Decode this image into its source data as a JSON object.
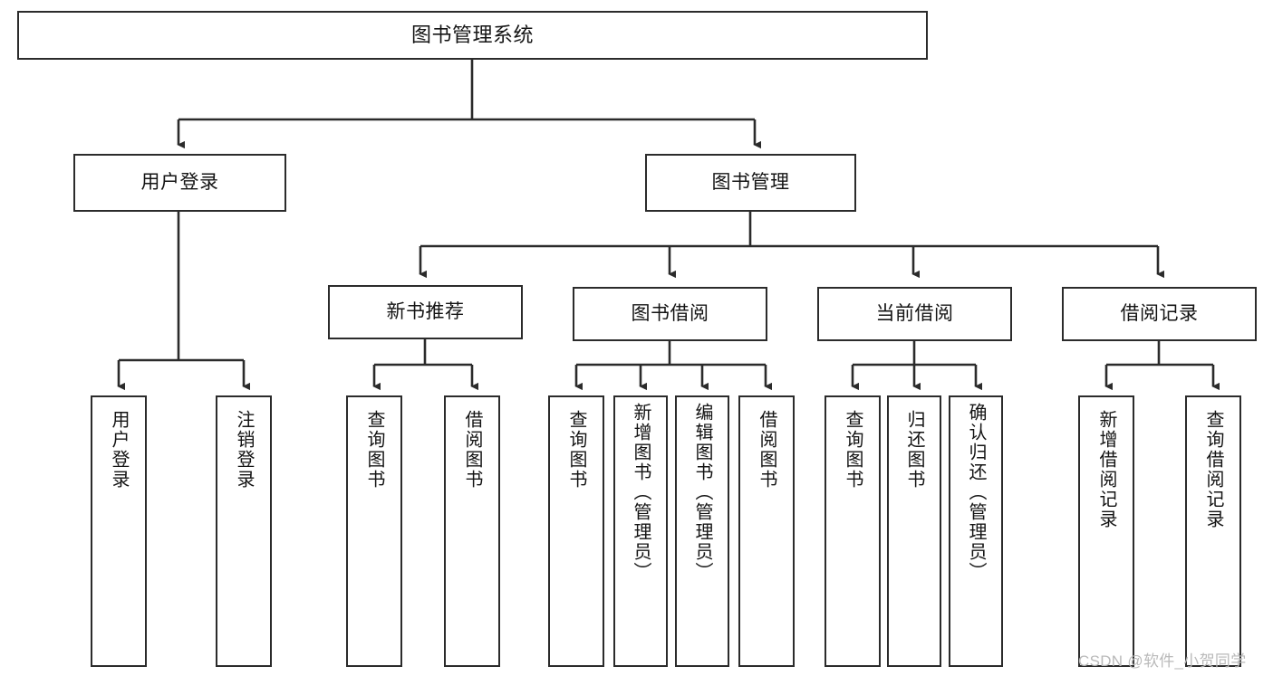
{
  "diagram": {
    "type": "tree-hierarchy",
    "title": "图书管理系统",
    "watermark": "CSDN @软件_小贺同学",
    "colors": {
      "box_border": "#2b2b2b",
      "box_fill": "#ffffff",
      "connector": "#2b2b2b",
      "text": "#141414",
      "watermark": "#b9b9b9"
    },
    "nodes": {
      "root": {
        "label": "图书管理系统"
      },
      "level2": [
        {
          "id": "user-login",
          "label": "用户登录"
        },
        {
          "id": "book-management",
          "label": "图书管理"
        }
      ],
      "level3": [
        {
          "id": "new-book-recommend",
          "label": "新书推荐"
        },
        {
          "id": "book-borrow",
          "label": "图书借阅"
        },
        {
          "id": "current-borrow",
          "label": "当前借阅"
        },
        {
          "id": "borrow-record",
          "label": "借阅记录"
        }
      ],
      "leaves": {
        "user_login": [
          {
            "id": "leaf-user-login",
            "label": "用户登录"
          },
          {
            "id": "leaf-user-logout",
            "label": "注销登录"
          }
        ],
        "new_book_recommend": [
          {
            "id": "leaf-query-book-1",
            "label": "查询图书"
          },
          {
            "id": "leaf-borrow-book-1",
            "label": "借阅图书"
          }
        ],
        "book_borrow": [
          {
            "id": "leaf-query-book-2",
            "label": "查询图书"
          },
          {
            "id": "leaf-add-book",
            "label": "新增图书（管理员）"
          },
          {
            "id": "leaf-edit-book",
            "label": "编辑图书（管理员）"
          },
          {
            "id": "leaf-borrow-book-2",
            "label": "借阅图书"
          }
        ],
        "current_borrow": [
          {
            "id": "leaf-query-book-3",
            "label": "查询图书"
          },
          {
            "id": "leaf-return-book",
            "label": "归还图书"
          },
          {
            "id": "leaf-confirm-return",
            "label": "确认归还（管理员）"
          }
        ],
        "borrow_record": [
          {
            "id": "leaf-add-record",
            "label": "新增借阅记录"
          },
          {
            "id": "leaf-query-record",
            "label": "查询借阅记录"
          }
        ]
      }
    }
  }
}
